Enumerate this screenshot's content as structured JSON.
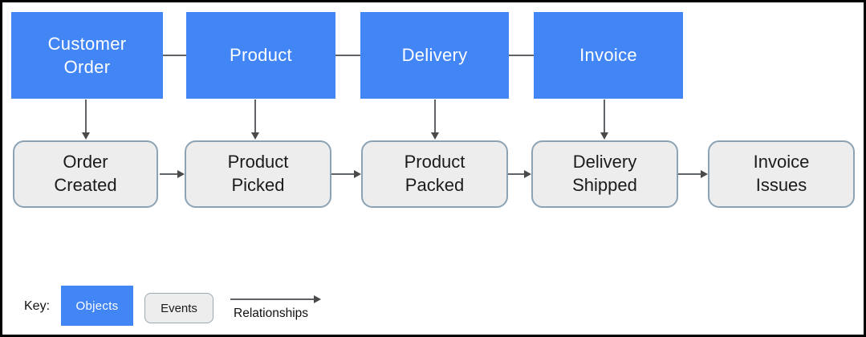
{
  "diagram": {
    "object_nodes": [
      "Customer\nOrder",
      "Product",
      "Delivery",
      "Invoice"
    ],
    "event_nodes": [
      "Order\nCreated",
      "Product\nPicked",
      "Product\nPacked",
      "Delivery\nShipped",
      "Invoice\nIssues"
    ]
  },
  "legend": {
    "title": "Key:",
    "objects_label": "Objects",
    "events_label": "Events",
    "relationships_label": "Relationships"
  },
  "colors": {
    "object_fill": "#4285f4",
    "object_text": "#ffffff",
    "event_fill": "#ededed",
    "event_border": "#8ba3b4",
    "event_text": "#1b1b1b",
    "connector": "#5f6368",
    "frame_border": "#000000"
  }
}
